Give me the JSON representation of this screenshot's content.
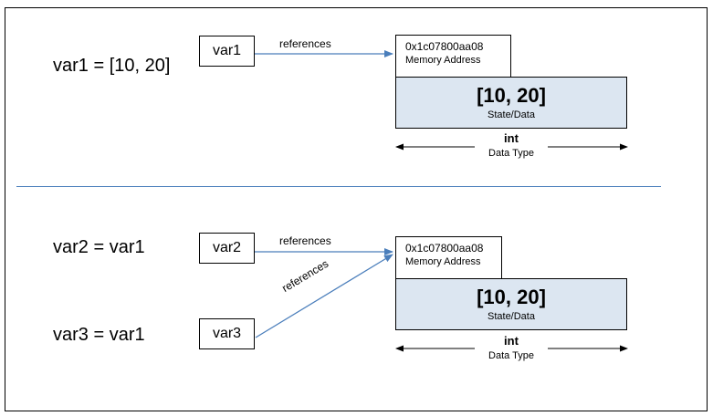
{
  "top": {
    "code": "var1 = [10, 20]",
    "var_label": "var1",
    "arrow_label": "references",
    "memory": {
      "address": "0x1c07800aa08",
      "address_label": "Memory Address"
    },
    "data": {
      "value": "[10, 20]",
      "label": "State/Data"
    },
    "type": {
      "value": "int",
      "label": "Data Type"
    }
  },
  "bottom": {
    "code_var2": "var2 = var1",
    "code_var3": "var3 = var1",
    "var2_label": "var2",
    "var3_label": "var3",
    "arrow_label_var2": "references",
    "arrow_label_var3": "references",
    "memory": {
      "address": "0x1c07800aa08",
      "address_label": "Memory Address"
    },
    "data": {
      "value": "[10, 20]",
      "label": "State/Data"
    },
    "type": {
      "value": "int",
      "label": "Data Type"
    }
  },
  "colors": {
    "arrow": "#4a7ebb",
    "data_fill": "#dce6f1",
    "divider": "#4a7ebb"
  }
}
